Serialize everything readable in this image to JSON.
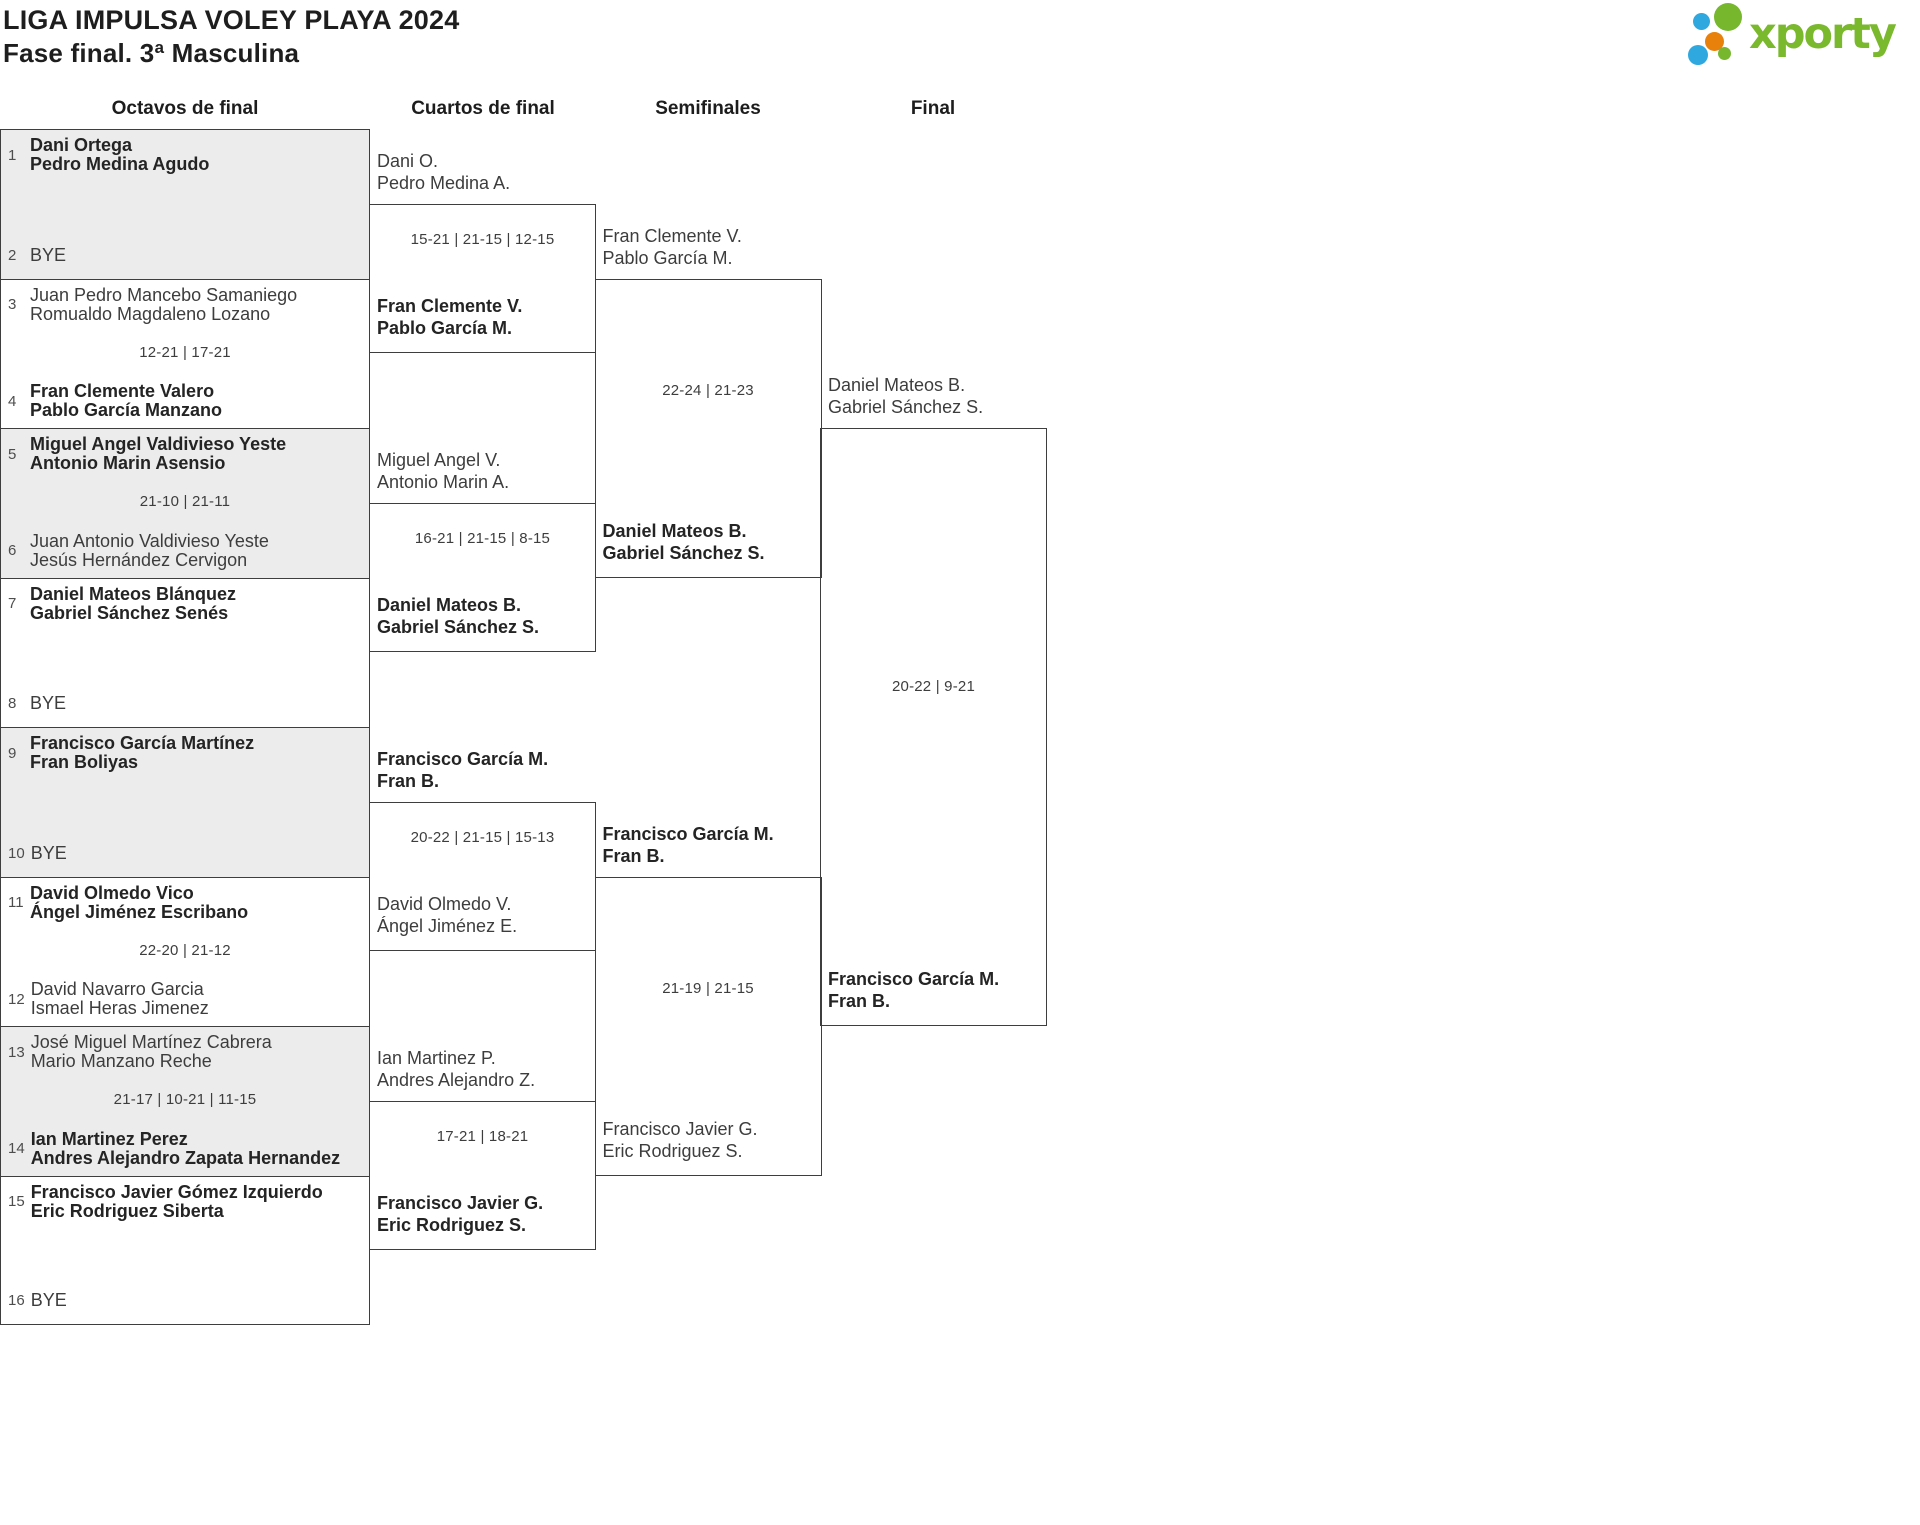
{
  "title": "LIGA IMPULSA VOLEY PLAYA 2024",
  "subtitle": "Fase final. 3ª Masculina",
  "logo": {
    "text": "xporty",
    "colors": {
      "green": "#76b72e",
      "blue": "#2fa8e0",
      "orange": "#e8800c"
    }
  },
  "round_headers": [
    "Octavos de final",
    "Cuartos de final",
    "Semifinales",
    "Final"
  ],
  "bracket": {
    "octavos": [
      {
        "seed_top": "1",
        "top": [
          "Dani Ortega",
          "Pedro Medina Agudo"
        ],
        "seed_bottom": "2",
        "bottom": [
          "BYE"
        ],
        "score": "",
        "winner": "top"
      },
      {
        "seed_top": "3",
        "top": [
          "Juan Pedro Mancebo Samaniego",
          "Romualdo Magdaleno Lozano"
        ],
        "seed_bottom": "4",
        "bottom": [
          "Fran Clemente Valero",
          "Pablo García Manzano"
        ],
        "score": "12-21 | 17-21",
        "winner": "bottom"
      },
      {
        "seed_top": "5",
        "top": [
          "Miguel Angel Valdivieso Yeste",
          "Antonio Marin Asensio"
        ],
        "seed_bottom": "6",
        "bottom": [
          "Juan Antonio Valdivieso Yeste",
          "Jesús Hernández Cervigon"
        ],
        "score": "21-10 | 21-11",
        "winner": "top"
      },
      {
        "seed_top": "7",
        "top": [
          "Daniel Mateos Blánquez",
          "Gabriel Sánchez Senés"
        ],
        "seed_bottom": "8",
        "bottom": [
          "BYE"
        ],
        "score": "",
        "winner": "top"
      },
      {
        "seed_top": "9",
        "top": [
          "Francisco García Martínez",
          "Fran Boliyas"
        ],
        "seed_bottom": "10",
        "bottom": [
          "BYE"
        ],
        "score": "",
        "winner": "top"
      },
      {
        "seed_top": "11",
        "top": [
          "David Olmedo Vico",
          "Ángel Jiménez Escribano"
        ],
        "seed_bottom": "12",
        "bottom": [
          "David Navarro Garcia",
          "Ismael Heras Jimenez"
        ],
        "score": "22-20 | 21-12",
        "winner": "top"
      },
      {
        "seed_top": "13",
        "top": [
          "José Miguel Martínez Cabrera",
          "Mario Manzano Reche"
        ],
        "seed_bottom": "14",
        "bottom": [
          "Ian Martinez Perez",
          "Andres Alejandro Zapata Hernandez"
        ],
        "score": "21-17 | 10-21 | 11-15",
        "winner": "bottom"
      },
      {
        "seed_top": "15",
        "top": [
          "Francisco Javier Gómez Izquierdo",
          "Eric Rodriguez Siberta"
        ],
        "seed_bottom": "16",
        "bottom": [
          "BYE"
        ],
        "score": "",
        "winner": "top"
      }
    ],
    "cuartos": [
      {
        "top": [
          "Dani O.",
          "Pedro Medina A."
        ],
        "bottom": [
          "Fran Clemente V.",
          "Pablo García M."
        ],
        "score": "15-21 | 21-15 | 12-15",
        "winner": "bottom"
      },
      {
        "top": [
          "Miguel Angel V.",
          "Antonio Marin A."
        ],
        "bottom": [
          "Daniel Mateos B.",
          "Gabriel Sánchez S."
        ],
        "score": "16-21 | 21-15 | 8-15",
        "winner": "bottom"
      },
      {
        "top": [
          "Francisco García M.",
          "Fran B."
        ],
        "bottom": [
          "David Olmedo V.",
          "Ángel Jiménez E."
        ],
        "score": "20-22 | 21-15 | 15-13",
        "winner": "top"
      },
      {
        "top": [
          "Ian Martinez P.",
          "Andres Alejandro Z."
        ],
        "bottom": [
          "Francisco Javier G.",
          "Eric Rodriguez S."
        ],
        "score": "17-21 | 18-21",
        "winner": "bottom"
      }
    ],
    "semifinales": [
      {
        "top": [
          "Fran Clemente V.",
          "Pablo García M."
        ],
        "bottom": [
          "Daniel Mateos B.",
          "Gabriel Sánchez S."
        ],
        "score": "22-24 | 21-23",
        "winner": "bottom"
      },
      {
        "top": [
          "Francisco García M.",
          "Fran B."
        ],
        "bottom": [
          "Francisco Javier G.",
          "Eric Rodriguez S."
        ],
        "score": "21-19 | 21-15",
        "winner": "top"
      }
    ],
    "final": [
      {
        "top": [
          "Daniel Mateos B.",
          "Gabriel Sánchez S."
        ],
        "bottom": [
          "Francisco García M.",
          "Fran B."
        ],
        "score": "20-22 | 9-21",
        "winner": "bottom"
      }
    ]
  }
}
